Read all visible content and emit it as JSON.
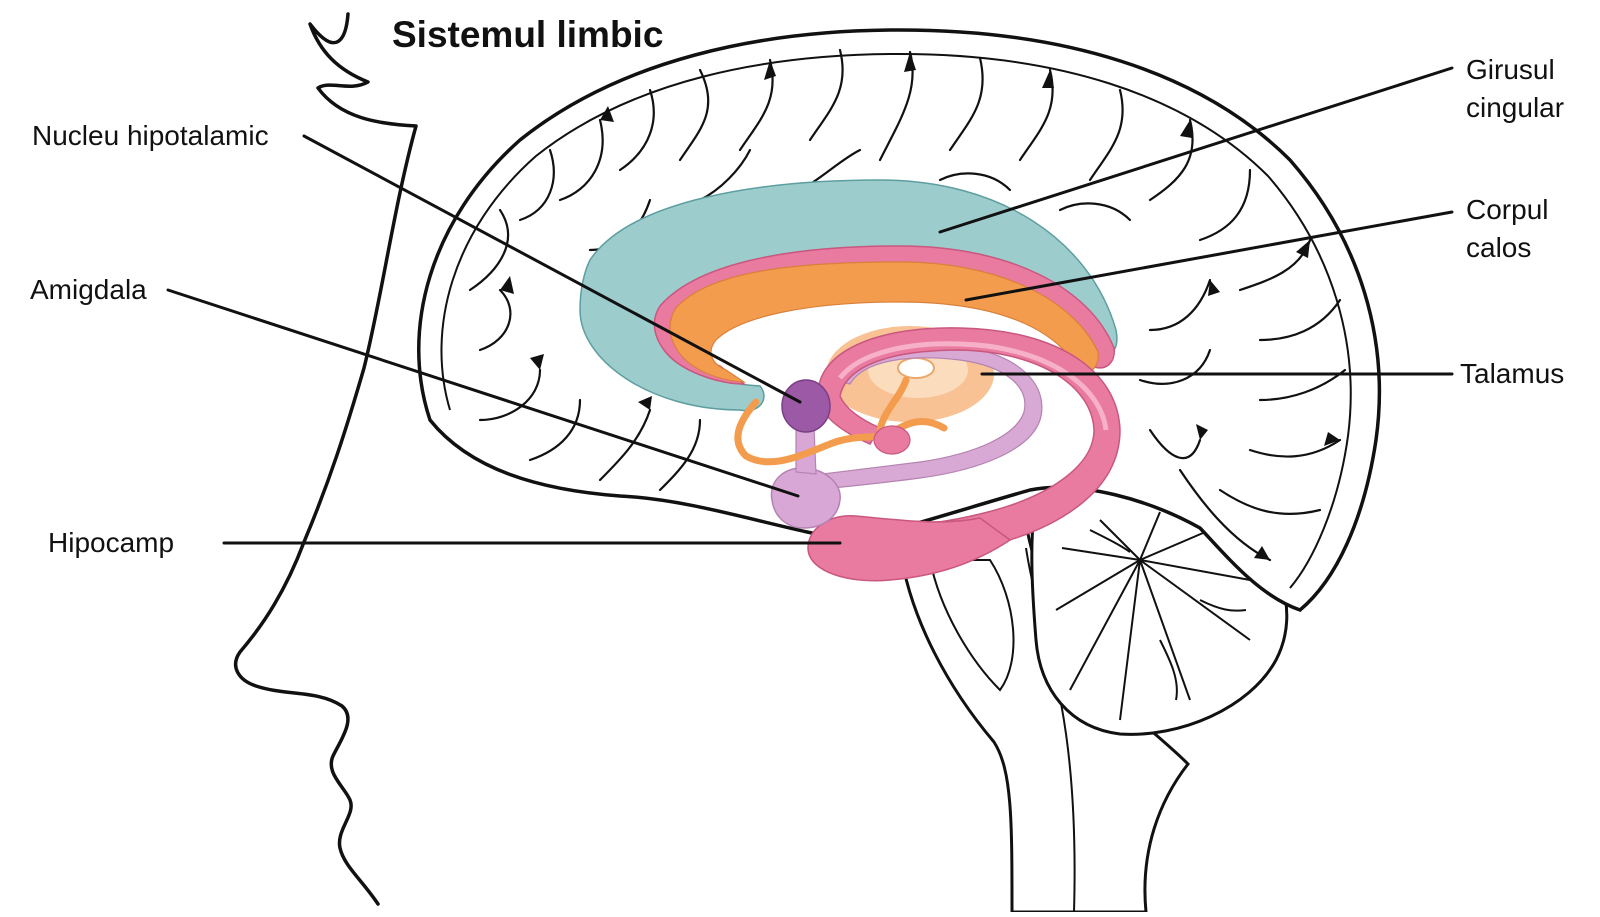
{
  "title": "Sistemul limbic",
  "labels": {
    "nucleu_hipotalamic": "Nucleu hipotalamic",
    "amigdala": "Amigdala",
    "hipocamp": "Hipocamp",
    "girusul_cingular_line1": "Girusul",
    "girusul_cingular_line2": "cingular",
    "corpul_calos_line1": "Corpul",
    "corpul_calos_line2": "calos",
    "talamus": "Talamus"
  },
  "colors": {
    "cingulate_gyrus": "#9dcccd",
    "corpus_callosum": "#f39c4e",
    "fornix_hippocampus": "#e97aa0",
    "fornix_edge": "#c9577f",
    "stria": "#d7a9d4",
    "thalamus": "#f8c294",
    "hypothalamic_nucleus": "#9b59a6",
    "amygdala": "#d9a7d5",
    "outline": "#111111"
  }
}
